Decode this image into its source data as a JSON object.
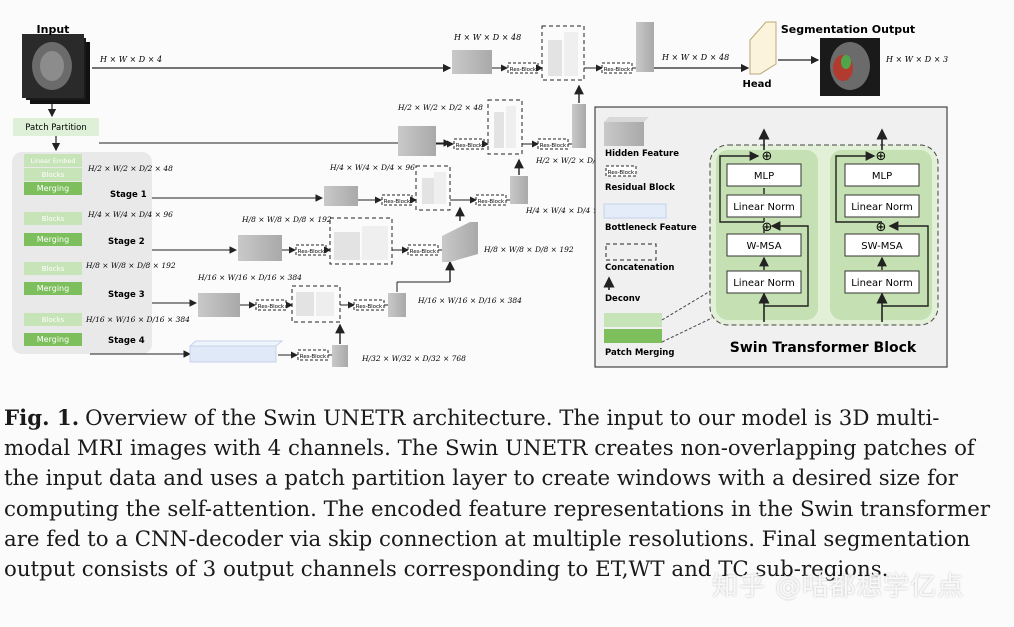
{
  "figure": {
    "input_label": "Input",
    "output_label": "Segmentation Output",
    "head_label": "Head",
    "patch_partition": "Patch Partition",
    "dim_input": "H × W × D × 4",
    "dim_top_decoder": "H × W × D × 48",
    "dim_top_right": "H × W × D × 48",
    "dim_output": "H × W × D × 3",
    "res_block": "Res-Block",
    "encoder": {
      "linear_embed": "Linear Embed",
      "blocks": "Blocks",
      "merging": "Merging",
      "stages": [
        "Stage 1",
        "Stage 2",
        "Stage 3",
        "Stage 4"
      ]
    },
    "dims": {
      "s1": "H/2 × W/2 × D/2 × 48",
      "s2": "H/4 × W/4 × D/4 × 96",
      "s3": "H/8 × W/8 × D/8 × 192",
      "s4": "H/16 × W/16 × D/16 × 384",
      "bottom": "H/32 × W/32 × D/32 × 768"
    },
    "legend": {
      "hidden_feature": "Hidden Feature",
      "residual_block": "Residual Block",
      "bottleneck_feature": "Bottleneck Feature",
      "concatenation": "Concatenation",
      "deconv": "Deconv",
      "patch_merging": "Patch Merging"
    },
    "swin": {
      "title": "Swin Transformer Block",
      "mlp": "MLP",
      "linear_norm": "Linear Norm",
      "wmsa": "W-MSA",
      "swmsa": "SW-MSA",
      "plus": "⊕"
    }
  },
  "caption": {
    "label": "Fig. 1.",
    "text": "Overview of the Swin UNETR architecture. The input to our model is 3D multi-modal MRI images with 4 channels. The Swin UNETR creates non-overlapping patches of the input data and uses a patch partition layer to create windows with a desired size for computing the self-attention. The encoded feature representations in the Swin transformer are fed to a CNN-decoder via skip connection at multiple resolutions. Final segmentation output consists of 3 output channels corresponding to ET,WT and TC sub-regions."
  },
  "watermark": "知乎 @咕都想学亿点"
}
